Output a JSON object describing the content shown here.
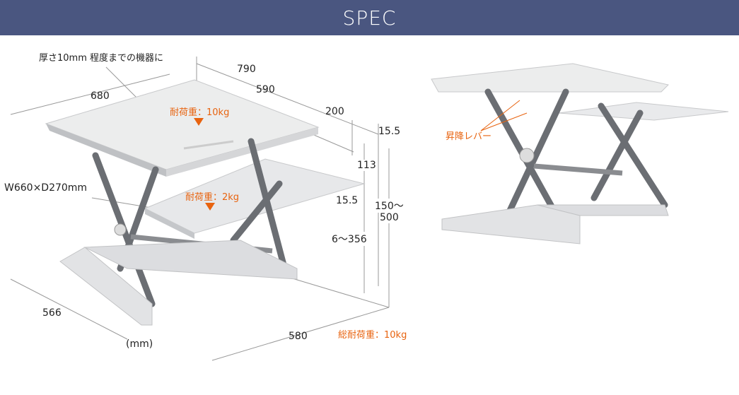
{
  "header": {
    "title": "SPEC"
  },
  "dimensions": {
    "device_note": "厚さ10mm 程度までの機器に",
    "width_top": "680",
    "depth_total": "790",
    "depth_top": "590",
    "keyboard_offset": "200",
    "thickness_top": "15.5",
    "gap": "113",
    "thickness_kb": "15.5",
    "keyboard_tray": "W660×D270mm",
    "height_range": "150～\n500",
    "height_range_a": "150～",
    "height_range_b": "500",
    "kb_height_range": "6～356",
    "base_width": "566",
    "base_depth": "580",
    "unit": "(mm)"
  },
  "loads": {
    "top": "耐荷重：10kg",
    "keyboard": "耐荷重：2kg",
    "total": "総耐荷重：10kg"
  },
  "photo": {
    "lever_label": "昇降レバー"
  },
  "colors": {
    "header": "#4a5680",
    "accent": "#e8630f",
    "frame": "#6b6e73",
    "board": "#e9eaec"
  }
}
